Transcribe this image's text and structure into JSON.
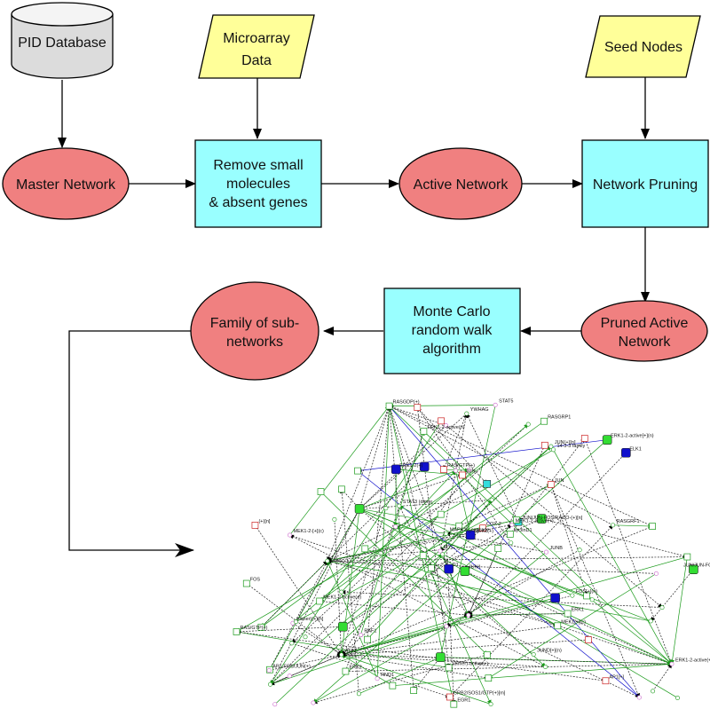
{
  "flowchart": {
    "pid_database": [
      "PID Database"
    ],
    "microarray_data": [
      "Microarray",
      "Data"
    ],
    "seed_nodes": [
      "Seed Nodes"
    ],
    "master_network": [
      "Master Network"
    ],
    "remove_small_molecules": [
      "Remove small",
      "molecules",
      "& absent genes"
    ],
    "active_network": [
      "Active Network"
    ],
    "network_pruning": [
      "Network Pruning"
    ],
    "pruned_active_network": [
      "Pruned Active",
      "Network"
    ],
    "monte_carlo": [
      "Monte Carlo",
      "random walk",
      "algorithm"
    ],
    "family_of_subnetworks": [
      "Family of sub-",
      "networks"
    ]
  },
  "network_labels": [
    "MEK1-2-active(+)",
    "MEK1-2-[+](c)",
    "STAT3 (dimer",
    "(+)[n]",
    "RAF1",
    "MEK1[+](c)",
    "ERK1",
    "ERK1-2-active[+](n)",
    "FOS[+](n)",
    "COX-2",
    "AP1[+]",
    "MEK1(+)",
    "MEK1-2-active(+)",
    "JUN",
    "(dimer)(+)[n]",
    "RASGRF1",
    "RASGRP1",
    "JUN",
    "ERK2",
    "MYC",
    "ERK1-2-active(+)",
    "cyclinD1",
    "ATF2",
    "ERK1-2-active(n)",
    "AP1-FOS/JUN(+)",
    "JUNB",
    "JUND[+](n)",
    "EGR1",
    "RND1",
    "RASGDP(+)",
    "ERK1-2(+)",
    "JUN1",
    "JUN(+)[n]",
    "RAS/GTP(+)",
    "JUN/JUN-FOS/RACO-(+)[n]",
    "MAPK-K_cascade",
    "STAT5",
    "(dimer)-active(+)",
    "YWHAG",
    "RAS/GTP(+)",
    "FOS",
    "GRB2/SOS1/GTP(+)[m]",
    "JUN/JUN-FOS(+)[n]",
    "14-3-3 family",
    "ELK1",
    "D1"
  ],
  "colors": {
    "cylinder": "#dcdcdc",
    "data_input": "#ffff99",
    "process": "#99ffff",
    "network_state": "#f08080",
    "net_green": "#22aa22",
    "net_blue": "#1010cc",
    "net_node_green": "#33dd33",
    "net_node_cyan": "#33dddd"
  }
}
